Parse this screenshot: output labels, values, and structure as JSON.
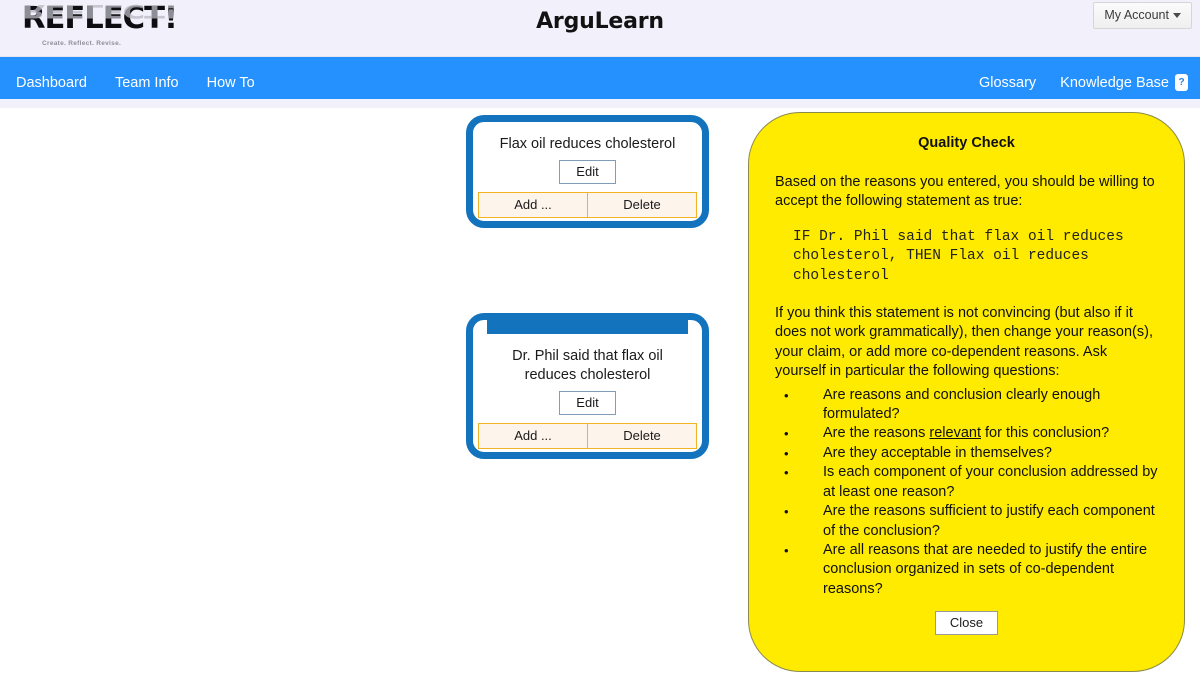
{
  "header": {
    "logo_text": "REFLECT!",
    "logo_tagline": "Create. Reflect. Revise.",
    "app_title": "ArguLearn",
    "account_label": "My Account"
  },
  "nav": {
    "left_items": [
      {
        "label": "Dashboard"
      },
      {
        "label": "Team Info"
      },
      {
        "label": "How To"
      }
    ],
    "right_items": [
      {
        "label": "Glossary"
      },
      {
        "label": "Knowledge Base"
      }
    ],
    "help_badge": "?",
    "bar_color": "#2491ff"
  },
  "map": {
    "claim": {
      "text": "Flax oil reduces cholesterol",
      "edit_label": "Edit",
      "add_label": "Add ...",
      "delete_label": "Delete"
    },
    "reason": {
      "text": "Dr. Phil said that flax oil reduces cholesterol",
      "edit_label": "Edit",
      "add_label": "Add ...",
      "delete_label": "Delete"
    },
    "box_color": "#1373bd",
    "action_border_color": "#f0b323"
  },
  "quality_check": {
    "title": "Quality Check",
    "intro": "Based on the reasons you entered, you should be willing to accept the following statement as true:",
    "statement": "IF Dr. Phil said that flax oil reduces cholesterol, THEN Flax oil reduces cholesterol",
    "instruction": "If you think this statement is not convincing (but also if it does not work grammatically), then change your reason(s), your claim, or add more co-dependent reasons. Ask yourself in particular the following questions:",
    "questions": [
      {
        "before": "Are reasons and conclusion clearly enough formulated?",
        "link": "",
        "after": ""
      },
      {
        "before": "Are the reasons ",
        "link": "relevant",
        "after": " for this conclusion?"
      },
      {
        "before": "Are they acceptable in themselves?",
        "link": "",
        "after": ""
      },
      {
        "before": "Is each component of your conclusion addressed by at least one reason?",
        "link": "",
        "after": ""
      },
      {
        "before": "Are the reasons sufficient to justify each component of the conclusion?",
        "link": "",
        "after": ""
      },
      {
        "before": "Are all reasons that are needed to justify the entire conclusion organized in sets of co-dependent reasons?",
        "link": "",
        "after": ""
      }
    ],
    "close_label": "Close",
    "panel_color": "#ffeb00"
  }
}
